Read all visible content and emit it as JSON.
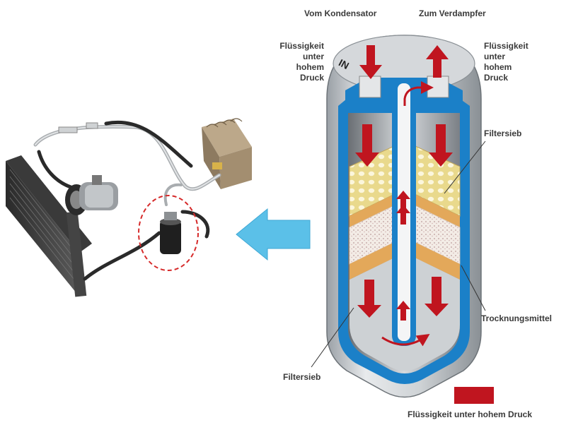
{
  "labels": {
    "from_condenser": "Vom Kondensator",
    "to_evaporator": "Zum Verdampfer",
    "in_marker": "IN",
    "liquid_left": [
      "Flüssigkeit",
      "unter",
      "hohem",
      "Druck"
    ],
    "liquid_right": [
      "Flüssigkeit",
      "unter",
      "hohem",
      "Druck"
    ],
    "filter_screen_right": "Filtersieb",
    "desiccant": "Trocknungsmittel",
    "filter_screen_bottom": "Filtersieb"
  },
  "legend": {
    "swatch_color": "#c0151f",
    "label": "Flüssigkeit unter hohem Druck"
  },
  "colors": {
    "arrow_blue": "#5bc0e8",
    "flow_red": "#c0151f",
    "shell_gray": "#bfc4c8",
    "inner_blue": "#1b80c8",
    "highlight_circle": "#d62a2a"
  }
}
